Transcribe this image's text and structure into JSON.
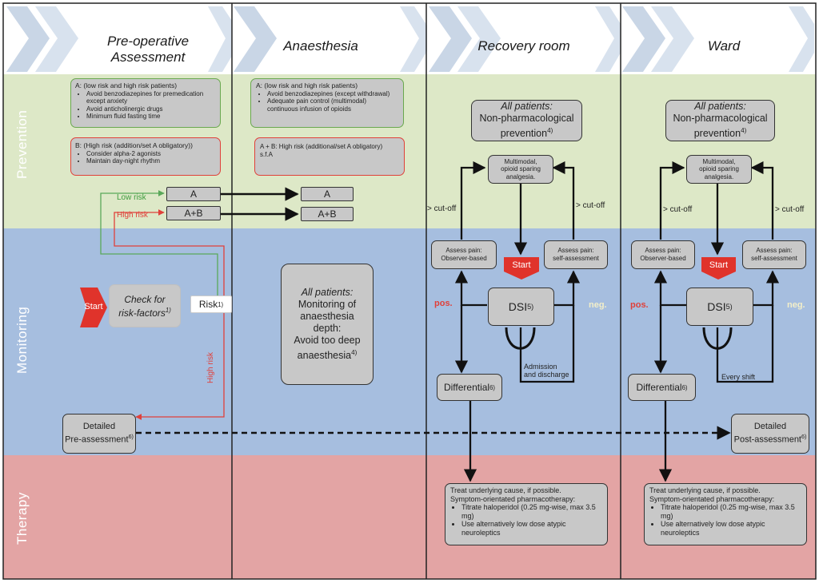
{
  "columns": [
    {
      "title_line1": "Pre-operative",
      "title_line2": "Assessment"
    },
    {
      "title_line1": "Anaesthesia",
      "title_line2": ""
    },
    {
      "title_line1": "Recovery room",
      "title_line2": ""
    },
    {
      "title_line1": "Ward",
      "title_line2": ""
    }
  ],
  "bands": {
    "prevention": "Prevention",
    "monitoring": "Monitoring",
    "therapy": "Therapy"
  },
  "preop": {
    "box_a_title": "A: (low risk and high risk patients)",
    "box_a_items": [
      "Avoid benzodiazepines for premedication except anxiety",
      "Avoid anticholinergic drugs",
      "Minimum fluid fasting time"
    ],
    "box_b_title": "B: (High risk (addition/set A obligatory))",
    "box_b_items": [
      "Consider alpha-2 agonists",
      "Maintain day-night rhythm"
    ],
    "low_risk": "Low risk",
    "high_risk": "High risk",
    "high_risk_vertical": "High risk",
    "node_a": "A",
    "node_ab": "A+B",
    "start": "Start",
    "check_line1": "Check for",
    "check_line2": "risk-factors",
    "check_sup": "1)",
    "risk": "Risk",
    "risk_sup": "1)",
    "detailed_line1": "Detailed",
    "detailed_line2": "Pre-assessment",
    "detailed_sup": "6)"
  },
  "anaesthesia": {
    "box_a_title": "A: (low risk and high risk patients)",
    "box_a_items": [
      "Avoid benzodiazepines (except withdrawal)",
      "Adequate pain control (multimodal) continuous infusion of opioids"
    ],
    "box_ab_line1": "A + B: High risk (additional/set A obligatory)",
    "box_ab_line2": "s.f.A",
    "node_a": "A",
    "node_ab": "A+B",
    "monitor_line1": "All patients:",
    "monitor_line2": "Monitoring of",
    "monitor_line3": "anaesthesia",
    "monitor_line4": "depth:",
    "monitor_line5": "Avoid too deep",
    "monitor_line6": "anaesthesia",
    "monitor_sup": "4)"
  },
  "recovery": {
    "allpatients": "All patients:",
    "nonpharm_line1": "Non-pharmacological",
    "nonpharm_line2": "prevention",
    "nonpharm_sup": "4)",
    "multimodal_line1": "Multimodal,",
    "multimodal_line2": "opioid sparing",
    "multimodal_line3": "analgesia.",
    "cutoff_left": "> cut-off",
    "cutoff_right": "> cut-off",
    "assess_observer_line1": "Assess pain:",
    "assess_observer_line2": "Observer-based",
    "assess_self_line1": "Assess pain:",
    "assess_self_line2": "self-assessment",
    "start": "Start",
    "dsi": "DSI",
    "dsi_sup": "5)",
    "pos": "pos.",
    "neg": "neg.",
    "cycle_line1": "Admission",
    "cycle_line2": "and discharge",
    "differential": "Differential",
    "differential_sup": "6)",
    "therapy_line1": "Treat underlying cause, if possible.",
    "therapy_line2": "Symptom-orientated pharmacotherapy:",
    "therapy_items": [
      "Titrate haloperidol (0.25 mg-wise, max 3.5 mg)",
      "Use alternatively low dose atypic neuroleptics"
    ]
  },
  "ward": {
    "allpatients": "All patients:",
    "nonpharm_line1": "Non-pharmacological",
    "nonpharm_line2": "prevention",
    "nonpharm_sup": "4)",
    "multimodal_line1": "Multimodal,",
    "multimodal_line2": "opioid sparing",
    "multimodal_line3": "analgesia.",
    "cutoff_left": "> cut-off",
    "cutoff_right": "> cut-off",
    "assess_observer_line1": "Assess pain:",
    "assess_observer_line2": "Observer-based",
    "assess_self_line1": "Assess pain:",
    "assess_self_line2": "self-assessment",
    "start": "Start",
    "dsi": "DSI",
    "dsi_sup": "5)",
    "pos": "pos.",
    "neg": "neg.",
    "cycle_line1": "Every shift",
    "differential": "Differential",
    "differential_sup": "6)",
    "detailed_line1": "Detailed",
    "detailed_line2": "Post-assessment",
    "detailed_sup": "6)",
    "therapy_line1": "Treat underlying cause, if possible.",
    "therapy_line2": "Symptom-orientated pharmacotherapy:",
    "therapy_items": [
      "Titrate haloperidol (0.25 mg-wise, max 3.5 mg)",
      "Use alternatively low dose atypic neuroleptics"
    ]
  },
  "colors": {
    "prevention_band": "#dde8c7",
    "monitoring_band": "#a6bedf",
    "therapy_band": "#e3a4a4",
    "header_chevron": "#c9d6e6",
    "start_red": "#e0332b",
    "green_line": "#5aa85a",
    "red_line": "#e0403a"
  }
}
